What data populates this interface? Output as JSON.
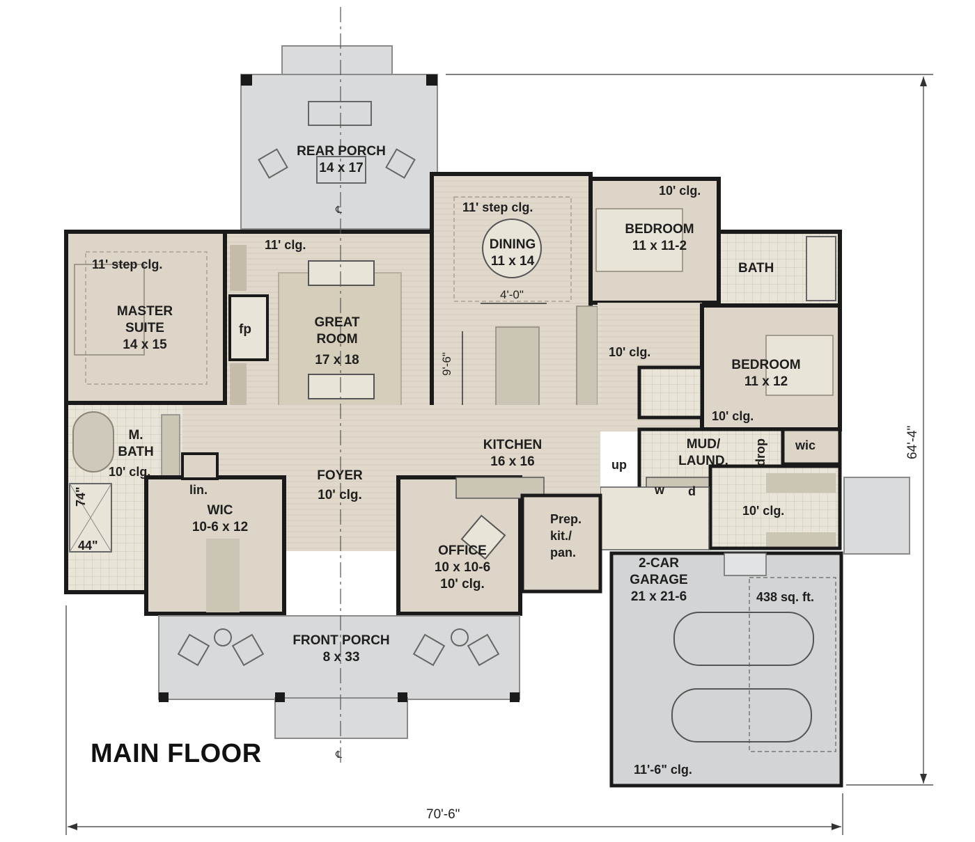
{
  "plan": {
    "title": "MAIN FLOOR",
    "centerline_mark": "℄",
    "overall_width": "70'-6\"",
    "overall_depth": "64'-4\"",
    "rooms": {
      "rear_porch": {
        "name": "REAR PORCH",
        "size": "14 x 17"
      },
      "dining": {
        "name": "DINING",
        "size": "11 x 14",
        "ceiling": "11' step clg."
      },
      "bedroom_2": {
        "name": "BEDROOM",
        "size": "11 x 11-2",
        "ceiling": "10' clg."
      },
      "bath_2": {
        "name": "BATH"
      },
      "master_suite": {
        "name_line1": "MASTER",
        "name_line2": "SUITE",
        "size": "14 x 15",
        "ceiling": "11' step clg."
      },
      "great_room": {
        "name_line1": "GREAT",
        "name_line2": "ROOM",
        "size": "17 x 18",
        "ceiling": "11' clg.",
        "fireplace": "fp"
      },
      "kitchen": {
        "name": "KITCHEN",
        "size": "16 x 16",
        "island_length": "9'-6\"",
        "island_gap": "4'-0\""
      },
      "hall": {
        "ceiling": "10' clg."
      },
      "bedroom_3": {
        "name": "BEDROOM",
        "size": "11 x 12",
        "ceiling": "10' clg.",
        "closet": "wic"
      },
      "master_bath": {
        "name_line1": "M.",
        "name_line2": "BATH",
        "ceiling": "10' clg.",
        "shower_h": "74\"",
        "shower_w": "44\""
      },
      "linen": {
        "name": "lin."
      },
      "wic": {
        "name": "WIC",
        "size": "10-6 x 12"
      },
      "foyer": {
        "name": "FOYER",
        "ceiling": "10' clg."
      },
      "office": {
        "name": "OFFICE",
        "size": "10 x 10-6",
        "ceiling": "10' clg."
      },
      "prep": {
        "line1": "Prep.",
        "line2": "kit./",
        "line3": "pan."
      },
      "mud": {
        "name_line1": "MUD/",
        "name_line2": "LAUND.",
        "washer": "w",
        "dryer": "d",
        "drop": "drop",
        "stair": "up"
      },
      "garage_entry": {
        "ceiling": "10' clg."
      },
      "garage": {
        "name_line1": "2-CAR",
        "name_line2": "GARAGE",
        "size": "21 x 21-6",
        "area": "438 sq. ft.",
        "ceiling": "11'-6\" clg."
      },
      "front_porch": {
        "name": "FRONT PORCH",
        "size": "8 x 33"
      }
    },
    "colors": {
      "wall": "#1a1a1a",
      "room_fill": "#ddd6c8",
      "tile_fill": "#e7e2d6",
      "porch_fill": "#d7d9da",
      "garage_fill": "#d2d4d5",
      "furniture": "#cbc5b6"
    }
  }
}
